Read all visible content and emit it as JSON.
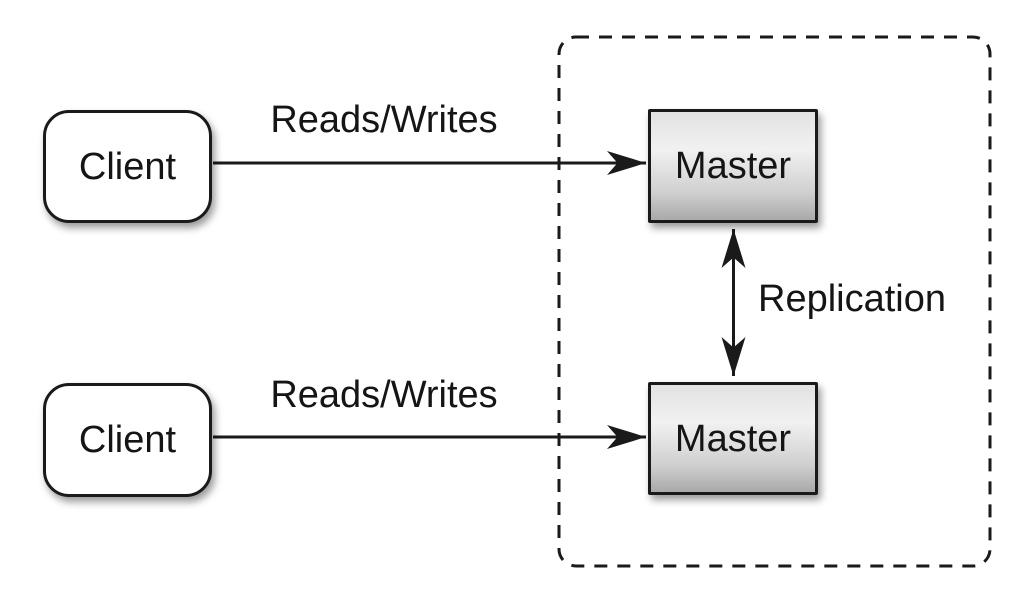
{
  "diagram": {
    "nodes": {
      "client_top": {
        "label": "Client"
      },
      "client_bottom": {
        "label": "Client"
      },
      "master_top": {
        "label": "Master"
      },
      "master_bottom": {
        "label": "Master"
      }
    },
    "edges": {
      "reads_writes_top": {
        "label": "Reads/Writes"
      },
      "reads_writes_bottom": {
        "label": "Reads/Writes"
      },
      "replication": {
        "label": "Replication"
      }
    },
    "colors": {
      "background": "#ffffff",
      "line": "#1a1a1a",
      "node_border": "#1a1a1a",
      "client_fill": "#ffffff",
      "master_fill_light": "#f1f1f1",
      "master_fill_dark": "#a9a9a9",
      "text": "#151515"
    }
  }
}
